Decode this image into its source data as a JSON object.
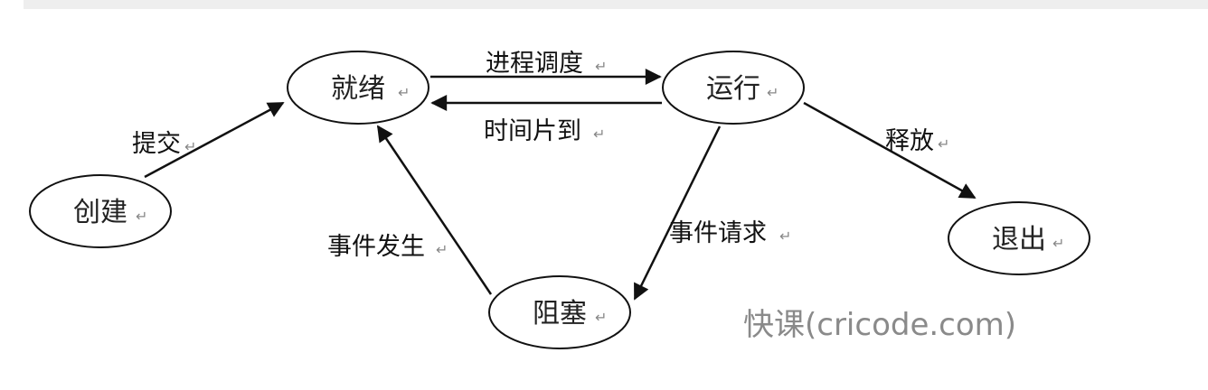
{
  "nodes": {
    "ready": "就绪",
    "running": "运行",
    "create": "创建",
    "exit": "退出",
    "blocked": "阻塞"
  },
  "edges": {
    "submit": "提交",
    "schedule": "进程调度",
    "timeslice": "时间片到",
    "release": "释放",
    "event_request": "事件请求",
    "event_occur": "事件发生"
  },
  "watermark": "快课(cricode.com)",
  "colors": {
    "stroke": "#111111",
    "watermark": "#8a8a8a"
  }
}
